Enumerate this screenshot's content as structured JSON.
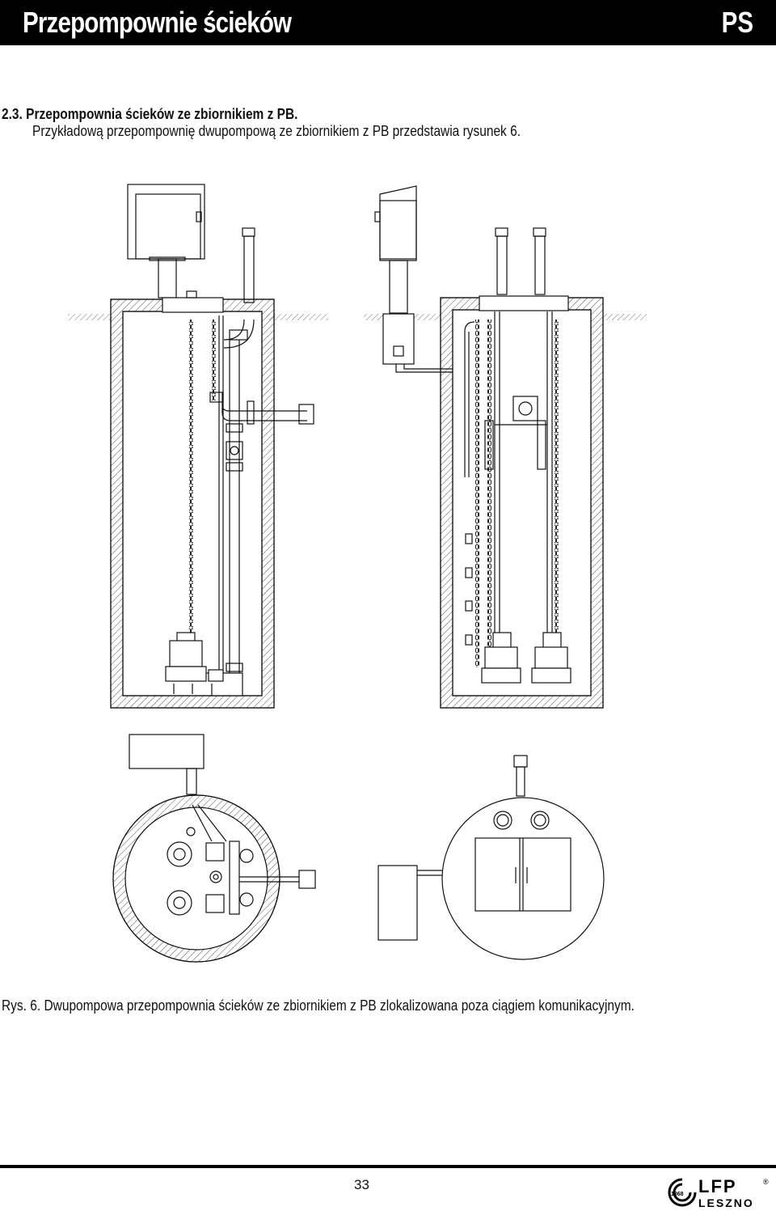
{
  "header": {
    "title": "Przepompownie ścieków",
    "code": "PS"
  },
  "section": {
    "heading": "2.3. Przepompownia ścieków ze zbiornikiem z PB.",
    "intro": "Przykładową przepompownię dwupompową ze zbiornikiem z PB przedstawia rysunek 6."
  },
  "figure": {
    "caption": "Rys. 6. Dwupompowa przepompownia ścieków ze zbiornikiem z PB zlokalizowana poza ciągiem komunikacyjnym."
  },
  "footer": {
    "page_number": "33",
    "logo_text": "LFP",
    "logo_subtext": "LESZNO",
    "logo_year": "1868",
    "logo_mark": "®"
  }
}
